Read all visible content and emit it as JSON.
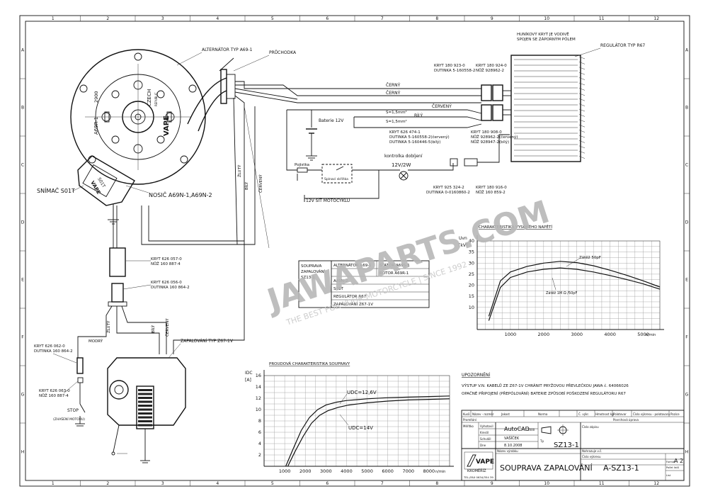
{
  "frame": {
    "cols": [
      "1",
      "2",
      "3",
      "4",
      "5",
      "6",
      "7",
      "8",
      "9",
      "10",
      "11",
      "12"
    ],
    "rows": [
      "A",
      "B",
      "C",
      "D",
      "E",
      "F",
      "G",
      "H"
    ]
  },
  "watermark": {
    "main": "JAWAPARTS.COM",
    "sub": "THE BEST FOR YOUR MOTORCYCLE | SINCE 1992"
  },
  "labels": {
    "alternator": "ALTERNÁTOR TYP A69-1",
    "pruchodka": "PRŮCHODKA",
    "housing_note1": "HUNÍKOVÝ KRYT JE VODIVĚ",
    "housing_note2": "SPOJEN SE ZÁPORNÝM PÓLEM",
    "regulator": "REGULÁTOR TYP R67",
    "cerny1": "ČERNÝ",
    "cerny2": "ČERNÝ",
    "cerveny_h": "ČERVENÝ",
    "bily_h": "BÍLÝ",
    "s1": "S=1,5mm²",
    "s2": "S=1,5mm²",
    "baterie": "Baterie 12V",
    "kryt923_1": "KRYT 180 923-0",
    "kryt923_2": "DUTINKA 5-160558-2",
    "kryt924_1": "KRYT 180 924-0",
    "kryt924_2": "NŮŽ 928962-2",
    "kryt626_1": "KRYT 626 474-1",
    "kryt626_2": "DUTINKA 5-160558-2(červený)",
    "kryt626_3": "DUTINKA 5-160446-5(bílý)",
    "kryt908_1": "KRYT 180 908-0",
    "kryt908_2": "NŮŽ 928962-2(červený)",
    "kryt908_3": "NŮŽ 928947-2(bílý)",
    "kontrolka": "kontrolka dobíjení",
    "kontrolka_v": "12V/2W",
    "pojistka": "Pojistka",
    "spinaci": "Spínací skříňka",
    "sit": "12V SÍŤ MOTOCYKLU",
    "kryt925_1": "KRYT 925 324-2",
    "kryt925_2": "DUTINKA 0-0160860-2",
    "kryt916_1": "KRYT 180 916-0",
    "kryt916_2": "NŮŽ 160 859-2",
    "snimac": "SNÍMAČ S01T",
    "nosic": "NOSIČ A69N-1,A69N-2",
    "a69r": "A69R-1",
    "n2900": "2900",
    "czech": "CZECH",
    "republic": "REPUBLIC",
    "vape": "VAPE",
    "vape_snimac": "VAPE",
    "snimac_code": "S01T",
    "zluty1": "ŽLUTÝ",
    "bily1": "BÍLÝ",
    "cerveny1": "ČERVENÝ",
    "kryt657_1": "KRYT 626 057-0",
    "kryt657_2": "NŮŽ 160 887-4",
    "kryt658_1": "KRYT 626 056-0",
    "kryt658_2": "DUTINKA 160 864-2",
    "zluty2": "ŽLUTÝ",
    "bily2": "BÍLÝ",
    "cerveny2": "ČERVENÝ",
    "modry": "MODRÝ",
    "zapalovani": "ZAPALOVÁNÍ TYP Z67-1V",
    "kryt662_1": "KRYT 626 062-0",
    "kryt662_2": "DUTINKA 160 864-2",
    "kryt663_1": "KRYT 626 063-0",
    "kryt663_2": "NŮŽ 160 887-4",
    "stop": "STOP",
    "zhaseni": "(ZHAŠENÍ MOTORU)"
  },
  "parts_table": {
    "set_lines": [
      "SOUPRAVA",
      "ZAPALOVÁNÍ",
      "SZ13-1"
    ],
    "alternator": "ALTERNÁTOR A69-1",
    "stator": "STATOR A69S-1",
    "rotor": "ROTOR A69R-1",
    "rows": [
      "A69N-2",
      "S01T",
      "REGULÁTOR R67",
      "ZAPALOVÁNÍ Z67-1V"
    ]
  },
  "notes": {
    "title": "UPOZORNĚNÍ",
    "line1": "VÝSTUP V.N. KABELŮ ZE Z67-1V CHRÁNIT PRYŽOVOU PŘEVLEČKOU JAWA č. 64066026",
    "line2": "OPAČNÉ PŘIPOJENÍ (PŘEPÓLOVÁNÍ) BATERIE ZPŮSOBÍ POŠKOZENÍ REGULÁTORU R67"
  },
  "title_block": {
    "row_headers": [
      "Kusů",
      "Název - rozměr",
      "Jakost",
      "Norma",
      "Č. výkr.",
      "Hmotnost kg",
      "Polotovar",
      "Číslo výkresu - polotovaru",
      "Pozice"
    ],
    "promitani": "Promítání",
    "povrch": "Povrchová úprava",
    "meritko": "Měřítko",
    "roles": [
      "Vyhotovil",
      "Kreslil",
      "Schválil",
      "Dne"
    ],
    "role_values": [
      "AutoCAD 2000",
      "VAŠÍČEK",
      "",
      "8.10.2008"
    ],
    "autocad": "AutoCAD",
    "autocad_ver": "2000",
    "vasicek": "VAŠÍČEK",
    "date": "8.10.2008",
    "code": "SZ13-1",
    "tp": "Tp",
    "cislo_zapisu": "Číslo zápisu",
    "nahrazuje": "Nahrazuje v.č.",
    "nazev_vyrobku": "Název výrobku",
    "cislo_vykresu": "Číslo výkresu",
    "title": "SOUPRAVA ZAPALOVÁNÍ",
    "drawing_no": "A-SZ13-1",
    "format_label": "Formát",
    "format": "A 2",
    "pocet_listu": "Počet listů",
    "list": "List",
    "company": "VAPE",
    "city": "KROMĚŘÍŽ",
    "tel": "TEL./FAX 0634/354 39"
  },
  "chart_data": [
    {
      "type": "line",
      "title": "CHARAKTERISTIKA VYSOKÉHO NAPĚTÍ",
      "ylabel": "Uvn [kV]",
      "xlabel": "n/min",
      "xlim": [
        0,
        5500
      ],
      "ylim": [
        0,
        40
      ],
      "xticks": [
        1000,
        2000,
        3000,
        4000,
        5000
      ],
      "yticks": [
        10,
        15,
        20,
        25,
        30,
        35,
        40
      ],
      "grid": true,
      "series": [
        {
          "name": "Zátěž 50pF",
          "x": [
            350,
            700,
            1000,
            1500,
            2000,
            2500,
            3000,
            3500,
            4000,
            4500,
            5000,
            5500
          ],
          "y": [
            6,
            22,
            26,
            28.5,
            30,
            30.8,
            30.2,
            28.8,
            26.8,
            24.5,
            22,
            19.2
          ]
        },
        {
          "name": "Zátěž 1M Ω /50pF",
          "x": [
            350,
            700,
            1000,
            1500,
            2000,
            2500,
            3000,
            3500,
            4000,
            4500,
            5000,
            5500
          ],
          "y": [
            4,
            19,
            23.5,
            26,
            27.2,
            27.8,
            27.2,
            26,
            24.4,
            22.6,
            20.6,
            18.2
          ]
        }
      ]
    },
    {
      "type": "line",
      "title": "PROUDOVÁ CHARAKTERISTIKA SOUPRAVY",
      "ylabel": "IDC [A]",
      "xlabel": "n/min",
      "xlim": [
        0,
        9000
      ],
      "ylim": [
        0,
        16
      ],
      "xticks": [
        1000,
        2000,
        3000,
        4000,
        5000,
        6000,
        7000,
        8000
      ],
      "yticks": [
        2,
        4,
        6,
        8,
        10,
        12,
        14,
        16
      ],
      "grid": true,
      "series": [
        {
          "name": "UDC=12,6V",
          "x": [
            1050,
            1400,
            1800,
            2200,
            2600,
            3000,
            3500,
            4000,
            5000,
            6000,
            7000,
            8000,
            9000
          ],
          "y": [
            0,
            3,
            6.3,
            8.6,
            10,
            10.8,
            11.3,
            11.6,
            11.9,
            12.1,
            12.2,
            12.3,
            12.4
          ]
        },
        {
          "name": "UDC=14V",
          "x": [
            1150,
            1500,
            1900,
            2300,
            2700,
            3100,
            3600,
            4100,
            5000,
            6000,
            7000,
            8000,
            9000
          ],
          "y": [
            0,
            2.6,
            5.3,
            7.6,
            9,
            9.8,
            10.4,
            10.8,
            11.2,
            11.5,
            11.7,
            11.8,
            11.9
          ]
        }
      ]
    }
  ]
}
